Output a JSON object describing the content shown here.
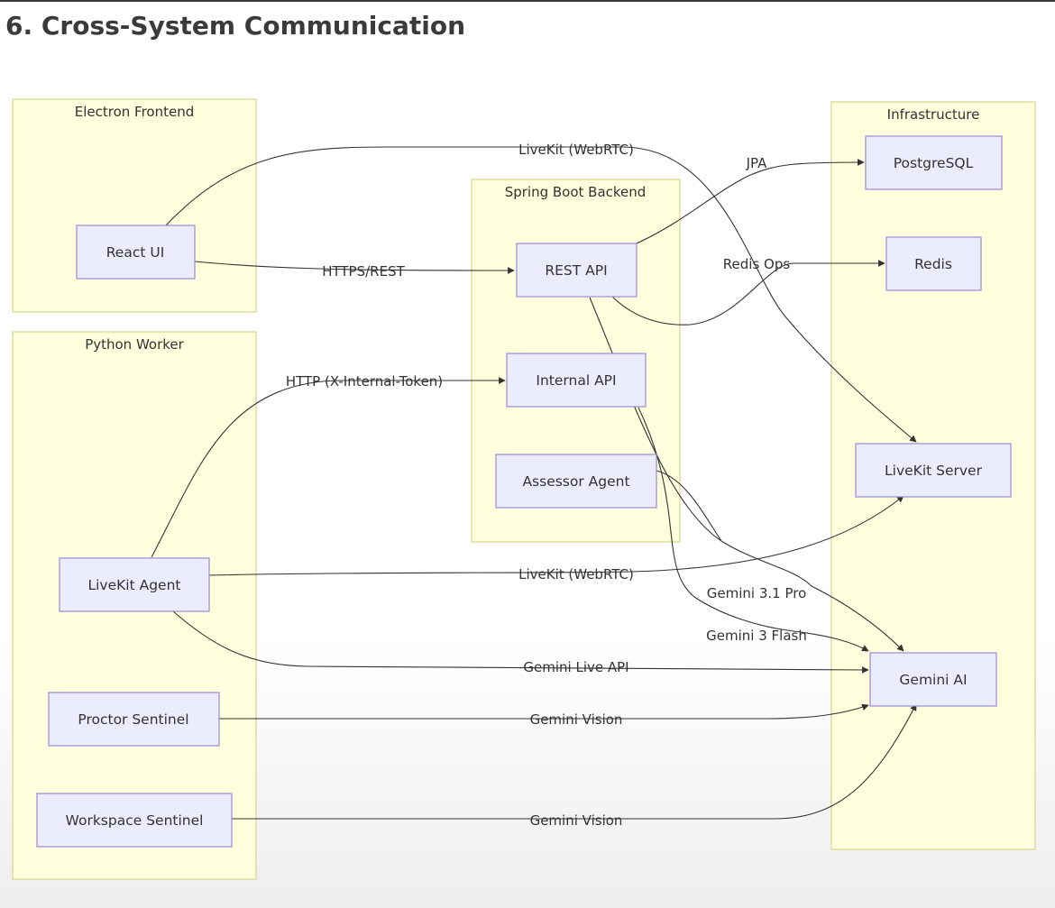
{
  "title": "6. Cross-System Communication",
  "clusters": {
    "electron": "Electron Frontend",
    "python": "Python Worker",
    "spring": "Spring Boot Backend",
    "infra": "Infrastructure"
  },
  "nodes": {
    "react_ui": "React UI",
    "livekit_agent": "LiveKit Agent",
    "proctor_sentinel": "Proctor Sentinel",
    "workspace_sentinel": "Workspace Sentinel",
    "rest_api": "REST API",
    "internal_api": "Internal API",
    "assessor_agent": "Assessor Agent",
    "postgresql": "PostgreSQL",
    "redis": "Redis",
    "livekit_server": "LiveKit Server",
    "gemini_ai": "Gemini AI"
  },
  "edges": {
    "react_livekit": "LiveKit (WebRTC)",
    "react_rest": "HTTPS/REST",
    "rest_jpa": "JPA",
    "rest_redis": "Redis Ops",
    "agent_internal": "HTTP (X-Internal-Token)",
    "agent_livekit": "LiveKit (WebRTC)",
    "rest_gemini_pro": "Gemini 3.1 Pro",
    "internal_gemini_flash": "Gemini 3 Flash",
    "agent_gemini_live": "Gemini Live API",
    "proctor_vision": "Gemini Vision",
    "workspace_vision": "Gemini Vision"
  },
  "colors": {
    "cluster_fill": "#ffffde",
    "cluster_stroke": "#d6d68a",
    "node_fill": "#ececff",
    "node_stroke": "#9a8ad8",
    "edge": "#333333"
  }
}
